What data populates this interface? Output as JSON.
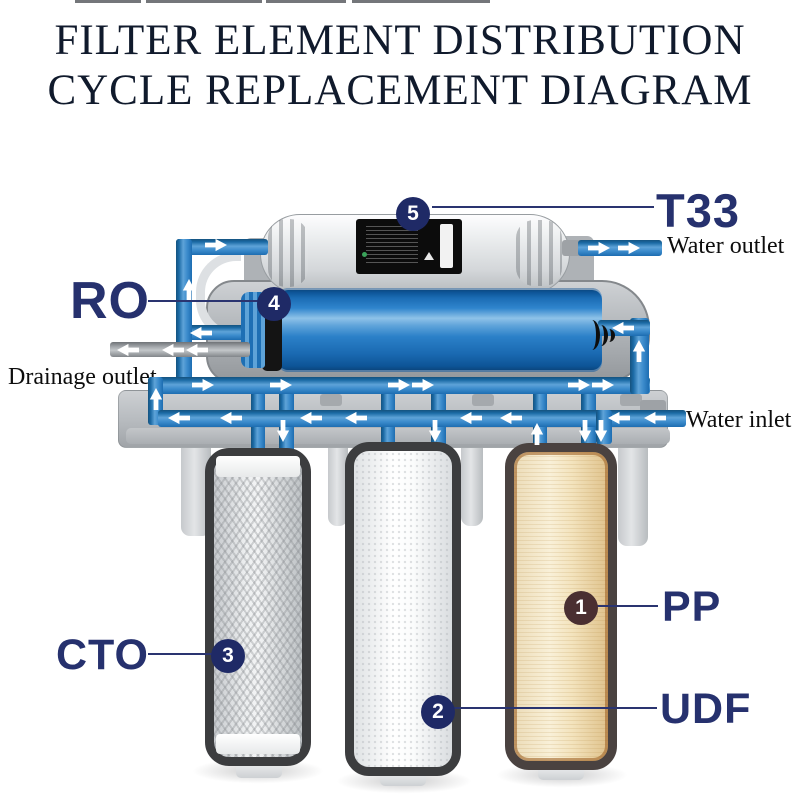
{
  "title": {
    "line1": "FILTER ELEMENT DISTRIBUTION",
    "line2": "CYCLE REPLACEMENT DIAGRAM"
  },
  "callouts": {
    "t33": {
      "num": "5",
      "label": "T33"
    },
    "ro": {
      "num": "4",
      "label": "RO"
    },
    "cto": {
      "num": "3",
      "label": "CTO"
    },
    "udf": {
      "num": "2",
      "label": "UDF"
    },
    "pp": {
      "num": "1",
      "label": "PP"
    }
  },
  "ports": {
    "water_outlet": "Water outlet",
    "drainage_outlet": "Drainage outlet",
    "water_inlet": "Water inlet"
  },
  "colors": {
    "label_navy": "#26316e",
    "badge_navy": "#1f2a66",
    "badge_maroon": "#4a2f31",
    "pipe_blue": "#3b8bcc",
    "ro_membrane_blue": "#2f85cd",
    "title_text": "#101a2c",
    "pp_cartridge_cream": "#f3e3bd",
    "housing_gray": "#b6babe"
  },
  "icons": {
    "flow-arrow-icon": "white block arrow (CSS clip-path polygon)",
    "ro-end-rings-icon": "concentric arc rings )))"
  }
}
